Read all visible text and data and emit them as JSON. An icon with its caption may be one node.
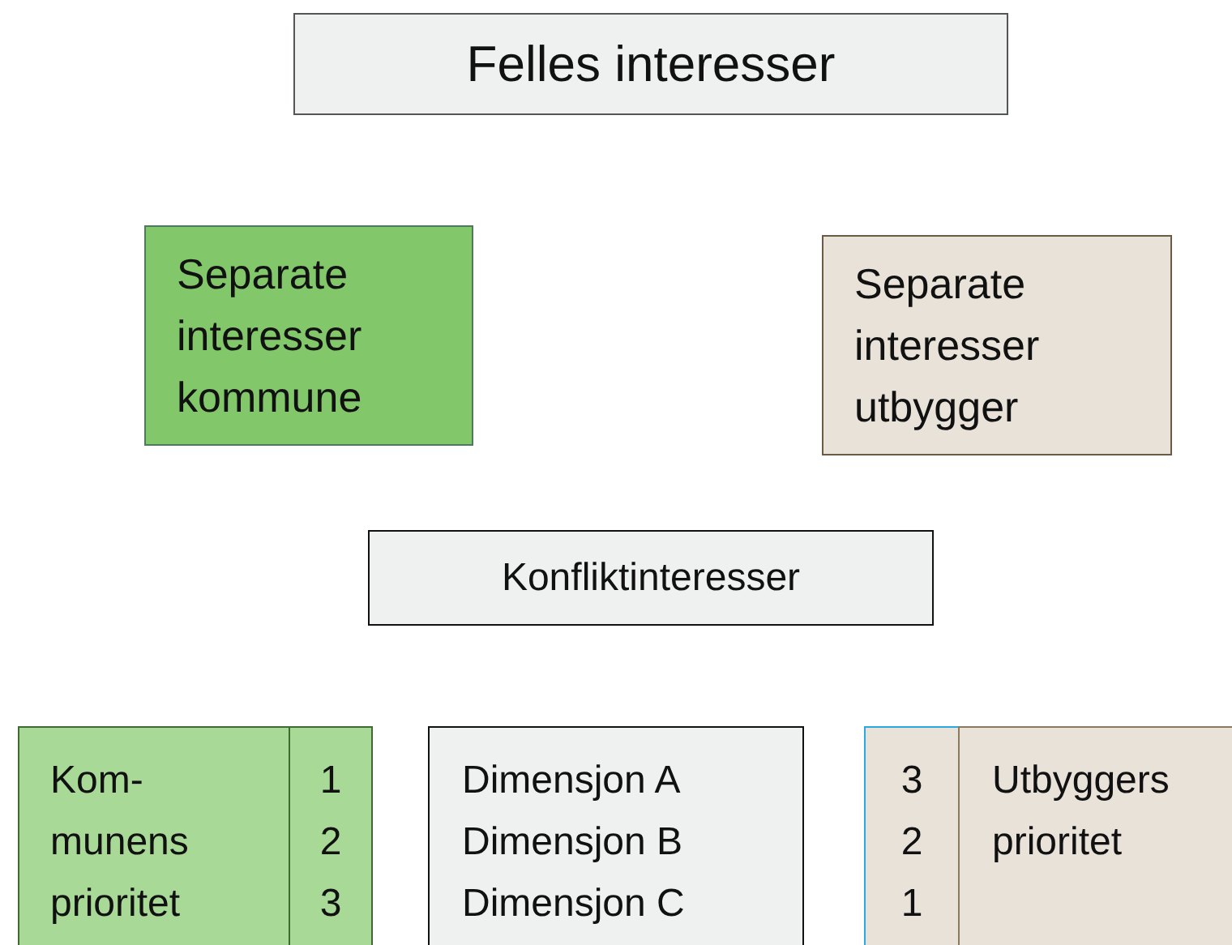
{
  "diagram": {
    "nodes": [
      {
        "text": [
          "Felles interesser"
        ]
      },
      {
        "text": [
          "Separate interesser kommune"
        ]
      },
      {
        "text": [
          "Separate interesser utbygger"
        ]
      },
      {
        "text": [
          "Konfliktinteresser"
        ]
      },
      {
        "text": [
          "Kom- munens prioritet"
        ]
      },
      {
        "text": [
          "1",
          "2",
          "3"
        ]
      },
      {
        "text": [
          "Dimensjon A",
          "Dimensjon B",
          "Dimensjon C"
        ]
      },
      {
        "text": [
          "3",
          "2",
          "1"
        ]
      },
      {
        "text": [
          "Utbyggers prioritet"
        ]
      }
    ],
    "edges": []
  }
}
